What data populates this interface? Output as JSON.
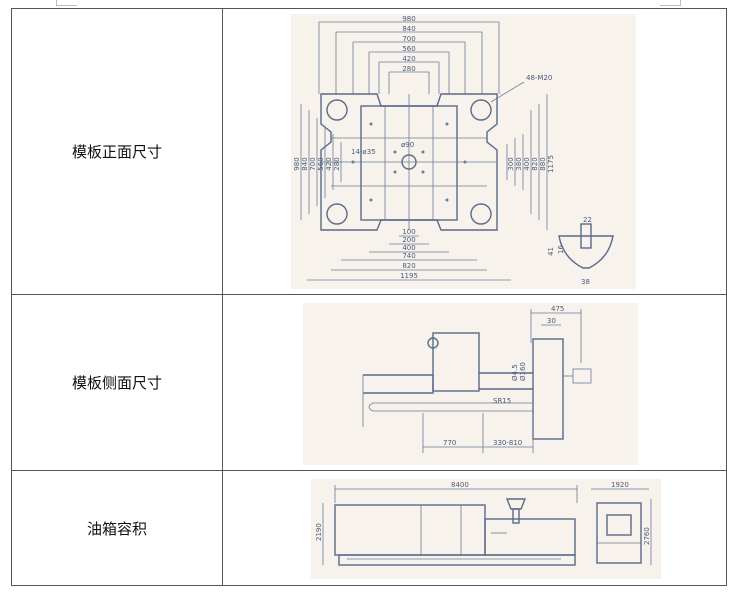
{
  "rows": [
    {
      "label": "模板正面尺寸",
      "dims": {
        "top": [
          "980",
          "840",
          "700",
          "560",
          "420",
          "280"
        ],
        "bottom": [
          "100",
          "200",
          "400",
          "740",
          "820",
          "1195"
        ],
        "left": [
          "980",
          "840",
          "700",
          "560",
          "420",
          "280"
        ],
        "right": [
          "300",
          "380",
          "400",
          "820",
          "880",
          "1175"
        ],
        "thread": "48-M20",
        "center_hole": "ø90",
        "holes": "14-ø35",
        "detail": [
          "22",
          "41",
          "16",
          "38"
        ]
      }
    },
    {
      "label": "模板侧面尺寸",
      "dims": {
        "top": [
          "475",
          "30"
        ],
        "diameters": [
          "Ø4.5",
          "Ø160"
        ],
        "radius": "SR15",
        "bottom": [
          "770",
          "330-810"
        ]
      }
    },
    {
      "label": "油箱容积",
      "dims": {
        "length": "8400",
        "height": "2190",
        "width": "1920",
        "total_height": "2760"
      }
    }
  ],
  "colors": {
    "border": "#555555",
    "drawing_bg": "#f7f3ec",
    "line": "#6a7a9a"
  }
}
